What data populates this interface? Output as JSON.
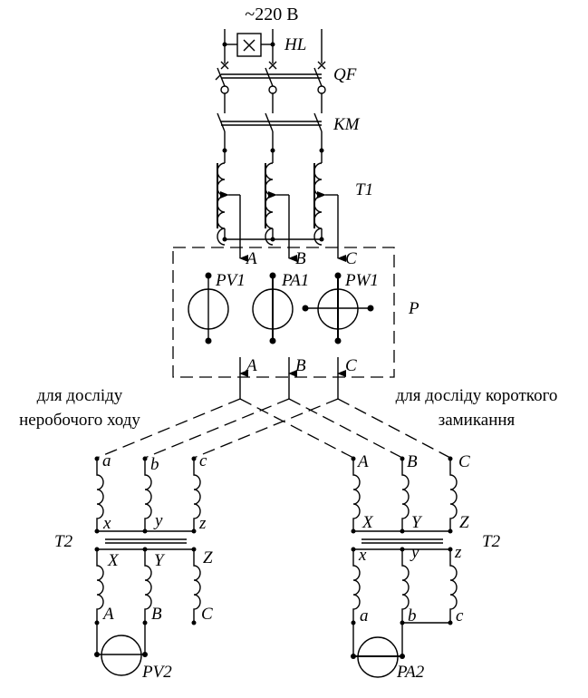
{
  "supply": {
    "voltage": "~220 В"
  },
  "labels": {
    "lamp": "HL",
    "breaker": "QF",
    "contactor": "KM",
    "autotransformer": "T1",
    "panel": "P",
    "voltmeter": "PV1",
    "ammeter": "PA1",
    "wattmeter": "PW1",
    "transformer_left": "T2",
    "transformer_right": "T2",
    "voltmeter2": "PV2",
    "ammeter2": "PA2"
  },
  "phases": {
    "top": [
      "A",
      "B",
      "C"
    ],
    "bottom": [
      "A",
      "B",
      "C"
    ]
  },
  "notes": {
    "no_load": [
      "для досліду",
      "неробочого ходу"
    ],
    "short_circuit": [
      "для досліду короткого",
      "замикання"
    ]
  },
  "left_transformer": {
    "top_ends": [
      "a",
      "b",
      "c"
    ],
    "top_starts": [
      "x",
      "y",
      "z"
    ],
    "bottom_ends": [
      "X",
      "Y",
      "Z"
    ],
    "bottom_starts": [
      "A",
      "B",
      "C"
    ]
  },
  "right_transformer": {
    "top_ends": [
      "A",
      "B",
      "C"
    ],
    "top_starts": [
      "X",
      "Y",
      "Z"
    ],
    "bottom_ends": [
      "x",
      "y",
      "z"
    ],
    "bottom_starts": [
      "a",
      "b",
      "c"
    ]
  }
}
